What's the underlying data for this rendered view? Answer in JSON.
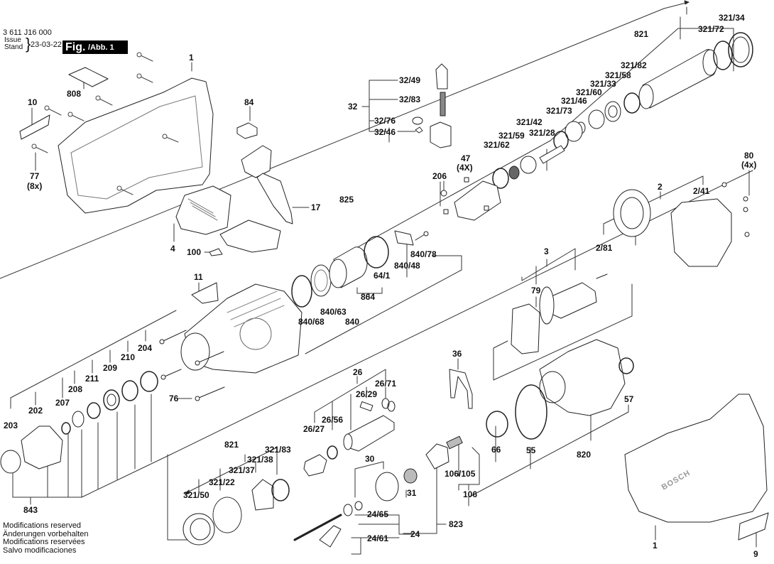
{
  "header": {
    "part_number": "3 611 J16 000",
    "issue_label_1": "Issue",
    "issue_label_2": "Stand",
    "issue_date": "23-03-22",
    "fig_big": "Fig.",
    "fig_small": "/Abb. 1"
  },
  "notes": [
    "Modifications reserved",
    "Änderungen vorbehalten",
    "Modifications reservées",
    "Salvo modificaciones"
  ],
  "labels": {
    "p1_top": "1",
    "p808": "808",
    "p10": "10",
    "p77": "77",
    "p77_qty": "(8x)",
    "p84": "84",
    "p17": "17",
    "p4": "4",
    "p100": "100",
    "p32": "32",
    "p32_49": "32/49",
    "p32_83": "32/83",
    "p32_76": "32/76",
    "p32_46": "32/46",
    "p821_top": "821",
    "p321_34": "321/34",
    "p321_72": "321/72",
    "p321_82": "321/82",
    "p321_58": "321/58",
    "p321_33": "321/33",
    "p321_60": "321/60",
    "p321_46": "321/46",
    "p321_73": "321/73",
    "p321_42": "321/42",
    "p321_28": "321/28",
    "p321_59": "321/59",
    "p321_62": "321/62",
    "p47": "47",
    "p47_qty": "(4X)",
    "p206": "206",
    "p825": "825",
    "p80": "80",
    "p80_qty": "(4x)",
    "p2": "2",
    "p2_41": "2/41",
    "p2_81": "2/81",
    "p3": "3",
    "p79": "79",
    "p11": "11",
    "p64_1": "64/1",
    "p840_78": "840/78",
    "p840_48": "840/48",
    "p864": "864",
    "p840_63": "840/63",
    "p840_68": "840/68",
    "p840": "840",
    "p204": "204",
    "p210": "210",
    "p209": "209",
    "p211": "211",
    "p208": "208",
    "p207": "207",
    "p202": "202",
    "p203": "203",
    "p76": "76",
    "p843": "843",
    "p36": "36",
    "p26": "26",
    "p26_71": "26/71",
    "p26_29": "26/29",
    "p26_56": "26/56",
    "p26_27": "26/27",
    "p57": "57",
    "p66": "66",
    "p55": "55",
    "p820": "820",
    "p106_105": "106/105",
    "p106": "106",
    "p823": "823",
    "p30": "30",
    "p31": "31",
    "p24_65": "24/65",
    "p24": "24",
    "p24_61": "24/61",
    "p821_bottom": "821",
    "p321_83": "321/83",
    "p321_38": "321/38",
    "p321_37": "321/37",
    "p321_22": "321/22",
    "p321_50": "321/50",
    "p1_bottom": "1",
    "p9": "9"
  },
  "brand_text": "BOSCH"
}
